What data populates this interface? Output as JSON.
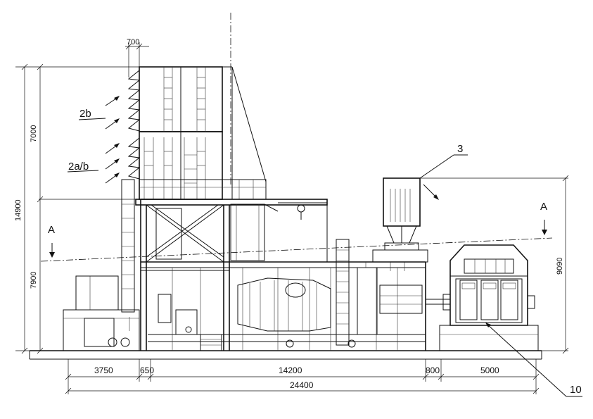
{
  "labels": {
    "item_2b": "2b",
    "item_2ab": "2a/b",
    "item_3": "3",
    "item_10": "10",
    "section_a_left": "A",
    "section_a_right": "A"
  },
  "dimensions": {
    "top_width": "700",
    "height_upper": "7000",
    "height_total": "14900",
    "height_lower": "7900",
    "height_right": "9090",
    "bottom_1": "3750",
    "bottom_2": "650",
    "bottom_3": "14200",
    "bottom_4": "800",
    "bottom_5": "5000",
    "overall_length": "24400"
  }
}
